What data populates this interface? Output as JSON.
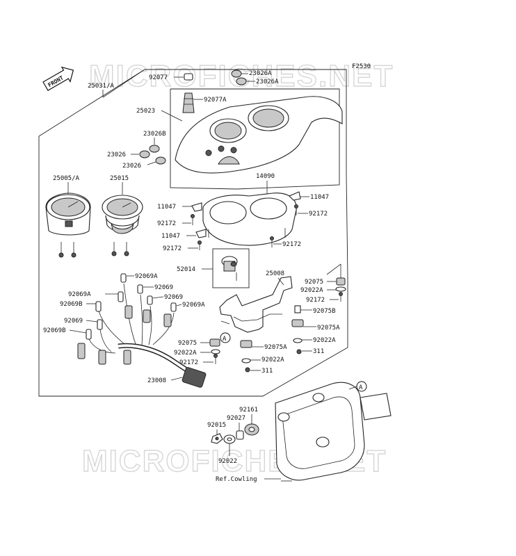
{
  "diagram_code": "F2530",
  "watermark": "MICROFICHES.NET",
  "front_arrow": "FRONT",
  "ref_mark": "A",
  "ref_note": "Ref.Cowling",
  "labels": [
    {
      "id": "l1",
      "text": "25031/A"
    },
    {
      "id": "l2",
      "text": "92077"
    },
    {
      "id": "l3",
      "text": "23026A"
    },
    {
      "id": "l4",
      "text": "23026A"
    },
    {
      "id": "l5",
      "text": "92077A"
    },
    {
      "id": "l6",
      "text": "25023"
    },
    {
      "id": "l7",
      "text": "23026B"
    },
    {
      "id": "l8",
      "text": "23026"
    },
    {
      "id": "l9",
      "text": "23026"
    },
    {
      "id": "l10",
      "text": "25005/A"
    },
    {
      "id": "l11",
      "text": "25015"
    },
    {
      "id": "l12",
      "text": "14090"
    },
    {
      "id": "l13",
      "text": "11047"
    },
    {
      "id": "l14",
      "text": "11047"
    },
    {
      "id": "l15",
      "text": "92172"
    },
    {
      "id": "l16",
      "text": "92172"
    },
    {
      "id": "l17",
      "text": "11047"
    },
    {
      "id": "l18",
      "text": "92172"
    },
    {
      "id": "l19",
      "text": "92172"
    },
    {
      "id": "l20",
      "text": "52014"
    },
    {
      "id": "l21",
      "text": "25008"
    },
    {
      "id": "l22",
      "text": "92069A"
    },
    {
      "id": "l23",
      "text": "92069A"
    },
    {
      "id": "l24",
      "text": "92069"
    },
    {
      "id": "l25",
      "text": "92069"
    },
    {
      "id": "l26",
      "text": "92069B"
    },
    {
      "id": "l27",
      "text": "92069A"
    },
    {
      "id": "l28",
      "text": "92069"
    },
    {
      "id": "l29",
      "text": "92069B"
    },
    {
      "id": "l30",
      "text": "92075"
    },
    {
      "id": "l31",
      "text": "92022A"
    },
    {
      "id": "l32",
      "text": "92172"
    },
    {
      "id": "l33",
      "text": "92075B"
    },
    {
      "id": "l34",
      "text": "92075A"
    },
    {
      "id": "l35",
      "text": "92022A"
    },
    {
      "id": "l36",
      "text": "311"
    },
    {
      "id": "l37",
      "text": "92075"
    },
    {
      "id": "l38",
      "text": "92022A"
    },
    {
      "id": "l39",
      "text": "92172"
    },
    {
      "id": "l40",
      "text": "92075A"
    },
    {
      "id": "l41",
      "text": "92022A"
    },
    {
      "id": "l42",
      "text": "311"
    },
    {
      "id": "l43",
      "text": "23008"
    },
    {
      "id": "l44",
      "text": "92161"
    },
    {
      "id": "l45",
      "text": "92027"
    },
    {
      "id": "l46",
      "text": "92015"
    },
    {
      "id": "l47",
      "text": "92022"
    }
  ]
}
